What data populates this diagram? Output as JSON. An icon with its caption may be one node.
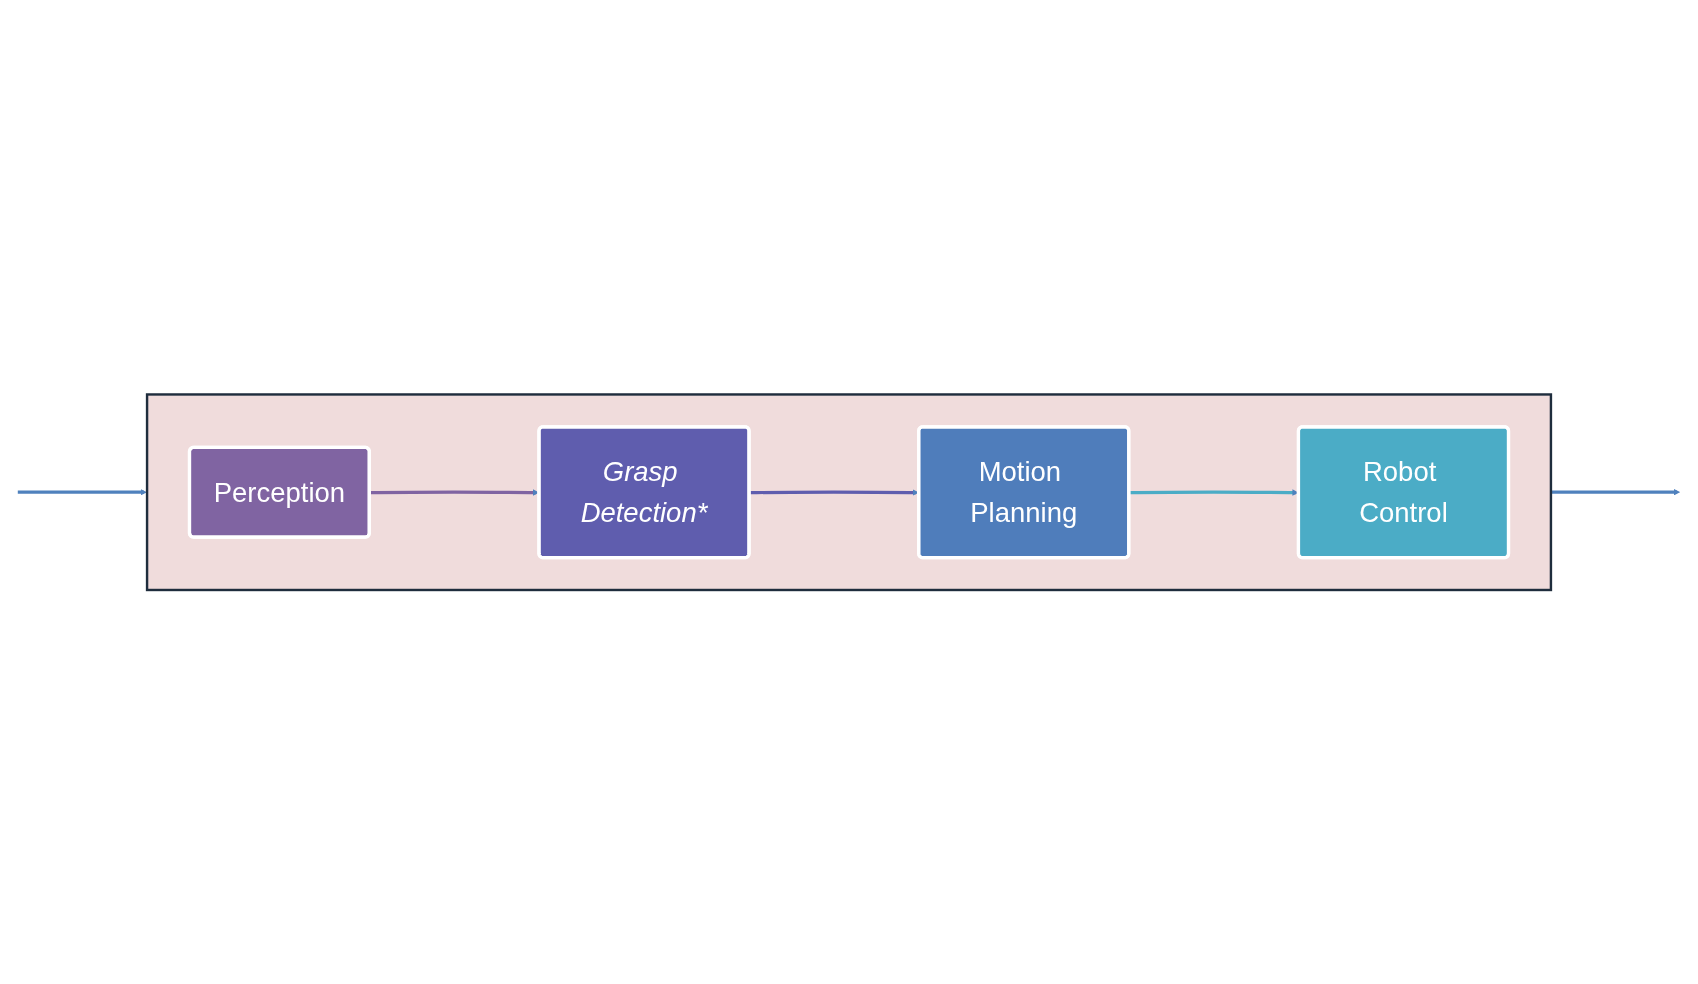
{
  "diagram": {
    "nodes": [
      {
        "text": [],
        "shape": "box"
      },
      {
        "text": [
          "Perception"
        ],
        "in": 0
      },
      {
        "text": [
          "Grasp Detection*"
        ],
        "in": 0
      },
      {
        "text": [
          "Motion Planning"
        ],
        "in": 0
      },
      {
        "text": [
          "Robot Control"
        ],
        "in": 0
      }
    ],
    "edges": [
      {
        "from": null,
        "to": 0,
        "arrow": "to"
      },
      {
        "from": 1,
        "to": 2,
        "arrow": "to",
        "color": "#8064a2"
      },
      {
        "from": 2,
        "to": 3,
        "arrow": "to",
        "color": "#5f5dae"
      },
      {
        "from": 3,
        "to": 4,
        "arrow": "to",
        "color": "#4bacc6"
      },
      {
        "from": 0,
        "to": null,
        "arrow": "to"
      }
    ]
  }
}
